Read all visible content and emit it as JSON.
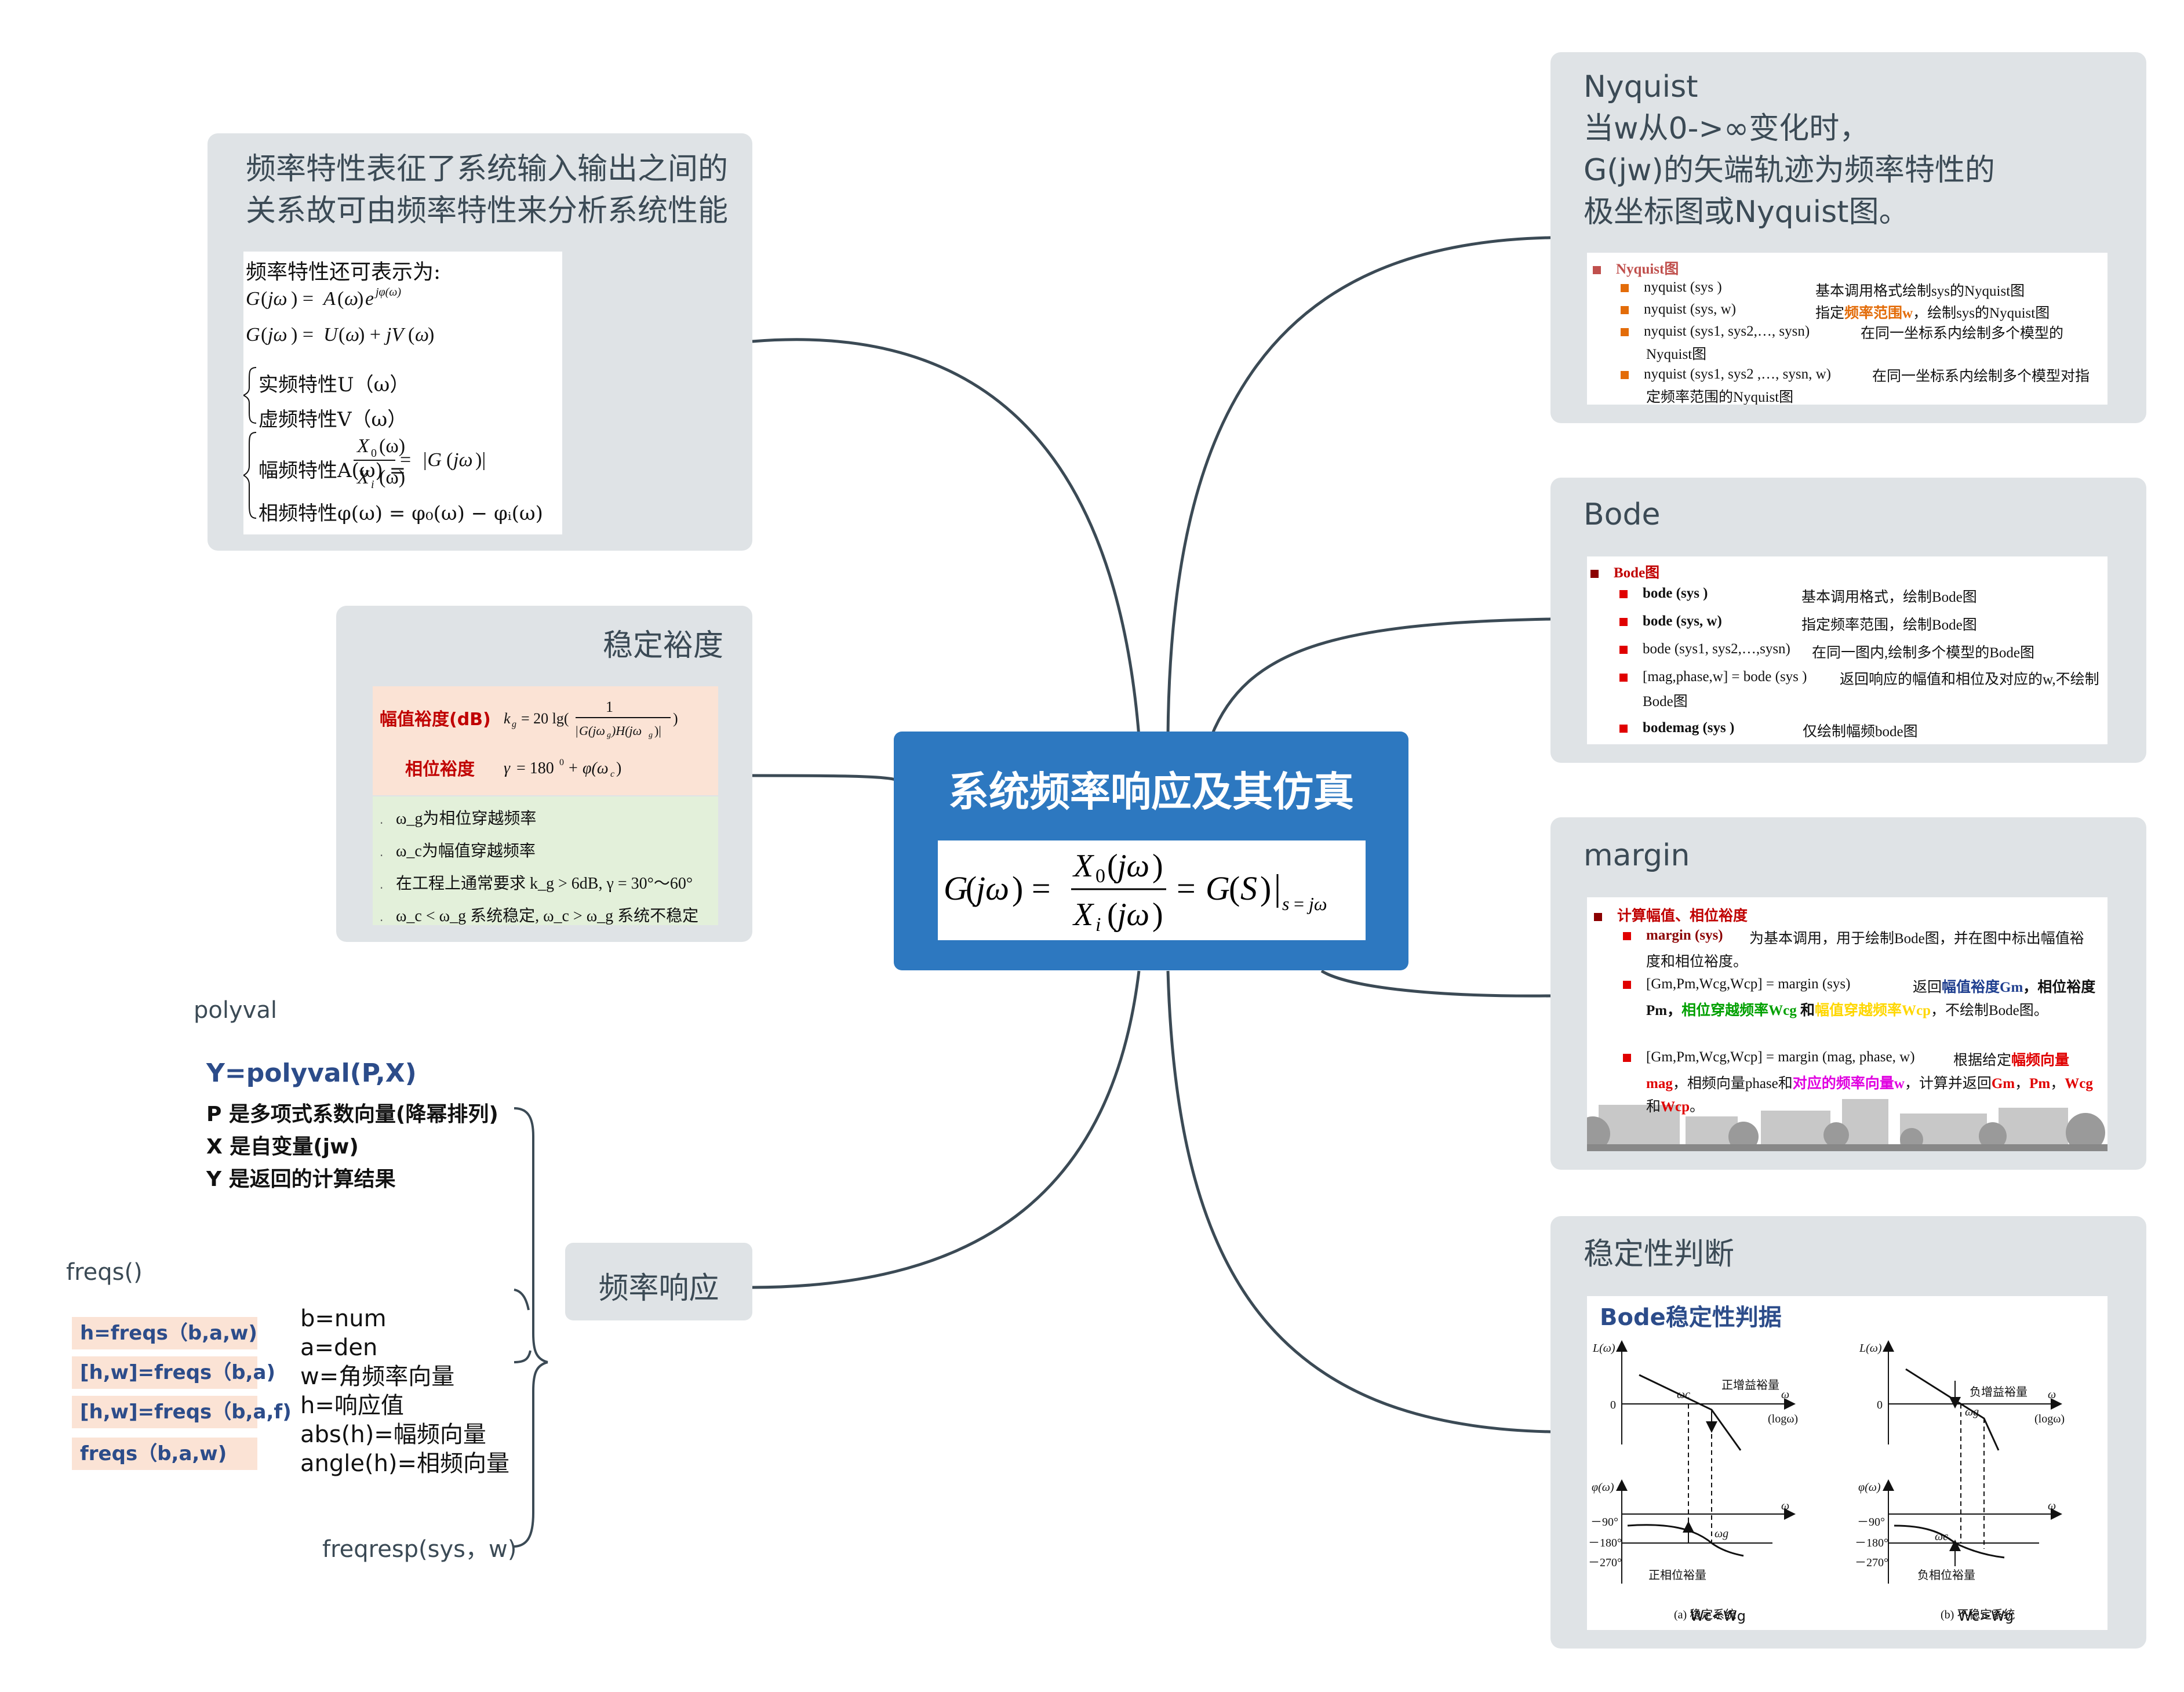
{
  "colors": {
    "panel_bg": "#dfe3e6",
    "central_bg": "#2d78c0",
    "connector": "#3b4a55",
    "accent_red": "#c00000",
    "formula_blue": "#2c4c8a",
    "peach": "#fbe3d5",
    "light_green": "#e3f0da"
  },
  "central": {
    "title": "系统频率响应及其仿真",
    "formula": "G(jω) = X₀(jω) / Xᵢ(jω) = G(S)|s=jω"
  },
  "freq_char": {
    "title": "频率特性表征了系统输入输出之间的\n关系故可由频率特性来分析系统性能",
    "intro": "频率特性还可表示为:",
    "eq1": "G(jω) = A(ω)e^{jφ(ω)}",
    "eq2": "G(jω) = U(ω) + jV(ω)",
    "real_part": "实频特性U（ω）",
    "imag_part": "虚频特性V（ω）",
    "amp": "幅频特性A(ω) = X₀(ω)/Xᵢ(ω) = |G(jω)|",
    "phase": "相频特性φ(ω) = φ₀(ω) − φᵢ(ω)"
  },
  "margin_panel": {
    "title": "稳定裕度",
    "gain_label": "幅值裕度(dB)",
    "gain_formula": "k_g = 20lg(1/|G(jω_g)H(jω_g)|)",
    "phase_label": "相位裕度",
    "phase_formula": "γ = 180⁰ + φ(ω_c)",
    "notes": [
      "ω_g为相位穿越频率",
      "ω_c为幅值穿越频率",
      "在工程上通常要求 k_g > 6dB, γ = 30°～60°",
      "ω_c < ω_g 系统稳定, ω_c > ω_g 系统不稳定"
    ]
  },
  "polyval": {
    "heading": "polyval",
    "syntax": "Y=polyval(P,X)",
    "lines": [
      "P 是多项式系数向量(降幂排列)",
      "X 是自变量(jw)",
      "Y 是返回的计算结果"
    ]
  },
  "freqs": {
    "heading": "freqs()",
    "calls": [
      "h=freqs（b,a,w)",
      "[h,w]=freqs（b,a)",
      "[h,w]=freqs（b,a,f)",
      "freqs（b,a,w)"
    ],
    "params": [
      "b=num",
      "a=den",
      "w=角频率向量",
      "h=响应值",
      "abs(h)=幅频向量",
      "angle(h)=相频向量"
    ]
  },
  "freqresp": {
    "label": "freqresp(sys，w)"
  },
  "freq_response_node": {
    "label": "频率响应"
  },
  "nyquist": {
    "title": "Nyquist\n当w从0->∞变化时，\nG(jw)的矢端轨迹为频率特性的\n极坐标图或Nyquist图。",
    "header": "Nyquist图",
    "items": [
      {
        "cmd": "nyquist (sys )",
        "desc": "基本调用格式绘制sys的Nyquist图"
      },
      {
        "cmd": "nyquist (sys, w)",
        "desc_pre": "指定",
        "desc_hl": "频率范围w",
        "desc_post": "，绘制sys的Nyquist图"
      },
      {
        "cmd": "nyquist (sys1, sys2,…, sysn)",
        "desc": "在同一坐标系内绘制多个模型的Nyquist图"
      },
      {
        "cmd": "nyquist (sys1, sys2 ,…, sysn, w)",
        "desc": "在同一坐标系内绘制多个模型对指定频率范围的Nyquist图"
      }
    ]
  },
  "bode": {
    "title": "Bode",
    "header": "Bode图",
    "items": [
      {
        "cmd": "bode (sys )",
        "desc": "基本调用格式，绘制Bode图"
      },
      {
        "cmd": "bode (sys, w)",
        "desc": "指定频率范围，绘制Bode图"
      },
      {
        "cmd": "bode (sys1, sys2,…,sysn)",
        "desc": "在同一图内,绘制多个模型的Bode图"
      },
      {
        "cmd": "[mag,phase,w] = bode (sys )",
        "desc": "返回响应的幅值和相位及对应的w,不绘制Bode图"
      },
      {
        "cmd": "bodemag (sys )",
        "desc": "仅绘制幅频bode图"
      }
    ]
  },
  "margin": {
    "title": "margin",
    "header": "计算幅值、相位裕度",
    "item1_cmd": "margin (sys)",
    "item1_desc": "为基本调用，用于绘制Bode图，并在图中标出幅值裕度和相位裕度。",
    "item2_cmd": "[Gm,Pm,Wcg,Wcp] = margin (sys)",
    "item2_t1": "返回",
    "item2_h1": "幅值裕度Gm",
    "item2_t2": "，相位裕度Pm，",
    "item2_h2": "相位穿越频率Wcg",
    "item2_t3": " 和",
    "item2_h3": "幅值穿越频率Wcp",
    "item2_t4": "，不绘制Bode图。",
    "item3_cmd": "[Gm,Pm,Wcg,Wcp] = margin (mag, phase, w)",
    "item3_t1": "根据给定",
    "item3_h1": "幅频向量mag",
    "item3_t2": "，相频向量phase和",
    "item3_h2": "对应的频率向量w",
    "item3_t3": "，计算并返回",
    "item3_h3": "Gm",
    "item3_t4": "，",
    "item3_h4": "Pm",
    "item3_t5": "，",
    "item3_h5": "Wcg",
    "item3_t6": "和",
    "item3_h6": "Wcp",
    "item3_t7": "。"
  },
  "stability": {
    "title": "稳定性判断",
    "header": "Bode稳定性判据",
    "plot_a": {
      "y1": "L(ω)",
      "y2": "φ(ω)",
      "zero": "0",
      "x1": "ω",
      "x1b": "(logω)",
      "x2": "ω",
      "wc": "ωc",
      "wg": "ωg",
      "gain_note": "正增益裕量",
      "phase_note": "正相位裕量",
      "ticks": [
        "－90°",
        "－180°",
        "－270°"
      ],
      "caption": "(a) 稳定系统",
      "sub": "Wc<Wg"
    },
    "plot_b": {
      "y1": "L(ω)",
      "y2": "φ(ω)",
      "zero": "0",
      "x1": "ω",
      "x1b": "(logω)",
      "x2": "ω",
      "wc": "ωc",
      "wg": "ωg",
      "gain_note": "负增益裕量",
      "phase_note": "负相位裕量",
      "ticks": [
        "－90°",
        "－180°",
        "－270°"
      ],
      "caption": "(b) 不稳定系统",
      "sub": "Wc>Wg"
    }
  }
}
